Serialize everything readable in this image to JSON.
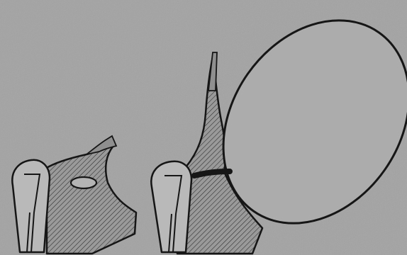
{
  "figure": {
    "panels": [
      {
        "id": "left",
        "structures": [
          "tooth",
          "hatched-tissue",
          "small-cyst",
          "cord"
        ]
      },
      {
        "id": "right",
        "structures": [
          "tooth",
          "hatched-tissue",
          "large-cyst",
          "cyst-stalk",
          "cord"
        ]
      }
    ],
    "colors": {
      "paper": "#a3a3a3",
      "ink": "#161616",
      "tooth_fill": "#b9b9b9",
      "cyst_fill": "#acacac",
      "hatch_bg": "#9a9a9a"
    }
  }
}
